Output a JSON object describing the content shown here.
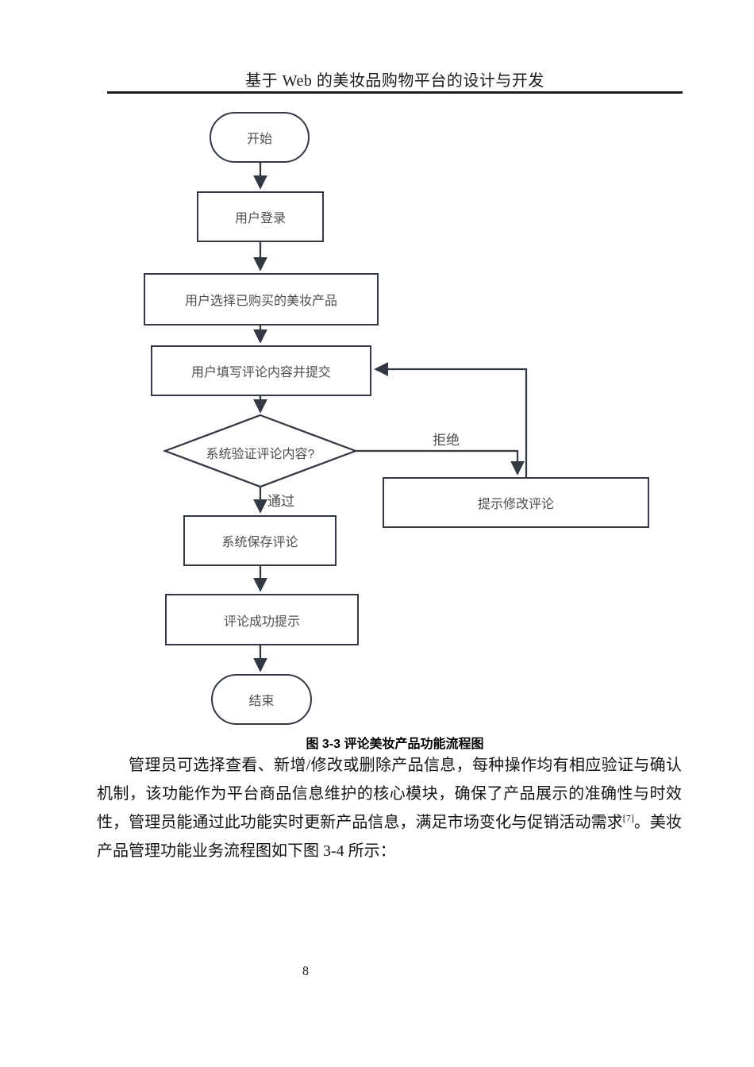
{
  "page": {
    "header_title": "基于 Web 的美妆品购物平台的设计与开发",
    "page_number": "8"
  },
  "flowchart": {
    "stroke_color": "#333943",
    "node_text_color": "#4d4d4d",
    "nodes": {
      "start": "开始",
      "login": "用户登录",
      "select": "用户选择已购买的美妆产品",
      "fill": "用户填写评论内容并提交",
      "verify": "系统验证评论内容?",
      "save": "系统保存评论",
      "success": "评论成功提示",
      "end": "结束",
      "modify": "提示修改评论"
    },
    "edge_labels": {
      "pass": "通过",
      "reject": "拒绝"
    }
  },
  "caption": "图 3-3 评论美妆产品功能流程图",
  "paragraph": {
    "before_ref": "管理员可选择查看、新增/修改或删除产品信息，每种操作均有相应验证与确认机制，该功能作为平台商品信息维护的核心模块，确保了产品展示的准确性与时效性，管理员能通过此功能实时更新产品信息，满足市场变化与促销活动需求",
    "ref": "[7]",
    "after_ref": "。美妆产品管理功能业务流程图如下图 3-4 所示："
  }
}
